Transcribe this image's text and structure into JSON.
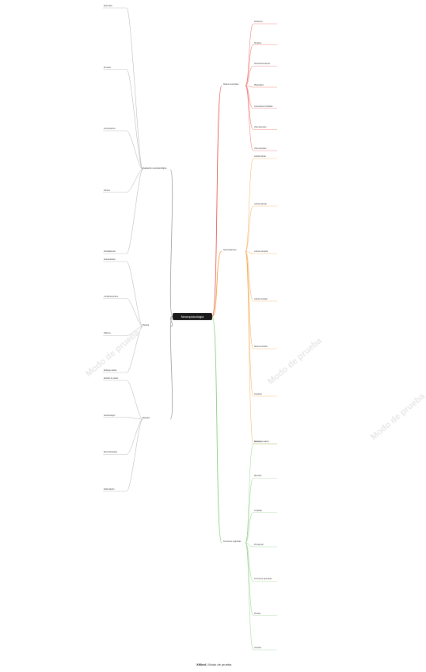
{
  "root": {
    "label": "Neuropsicologia"
  },
  "footer": {
    "brand": "XMind",
    "plan": "Modo de prueba"
  },
  "watermark": {
    "text": "Modo de prueba"
  },
  "colors": {
    "root_bg": "#1a1a1a",
    "branch_red": "#e8453c",
    "branch_blue": "#3b6fb6",
    "branch_orange": "#f29a2e",
    "branch_green": "#7bc96f",
    "left_branch": "#9a9a9a"
  },
  "branches": {
    "redes_neuronales": {
      "label": "Redes neuronales",
      "items": [
        "Definición",
        "Sinapsis",
        "Neurotransmisores",
        "Plasticidad",
        "Conexiones corticales",
        "Vías aferentes",
        "Vías eferentes"
      ]
    },
    "neuroanatomia": {
      "label": "Neuroanatomía",
      "items": [
        "Lóbulo frontal",
        "Lóbulo parietal",
        "Lóbulo temporal",
        "Lóbulo occipital",
        "Sistema límbico",
        "Cerebelo",
        "Tronco encefálico"
      ]
    },
    "funciones": {
      "label": "Funciones cognitivas",
      "items": [
        "Atención",
        "Memoria",
        "Lenguaje",
        "Percepción",
        "Funciones ejecutivas",
        "Praxias",
        "Gnosias"
      ]
    },
    "evaluacion": {
      "label": "Evaluación neuropsicológica",
      "items": [
        "Entrevista",
        "Pruebas",
        "Interpretación",
        "Informe",
        "Rehabilitación"
      ]
    },
    "historia": {
      "label": "Historia",
      "items": [
        "Antecedentes",
        "Localizacionismo",
        "Holismo",
        "Enfoque actual"
      ]
    },
    "metodos": {
      "label": "Métodos",
      "items": [
        "Estudio de casos",
        "Neuroimagen",
        "Electrofisiología",
        "Estimulación"
      ]
    }
  }
}
